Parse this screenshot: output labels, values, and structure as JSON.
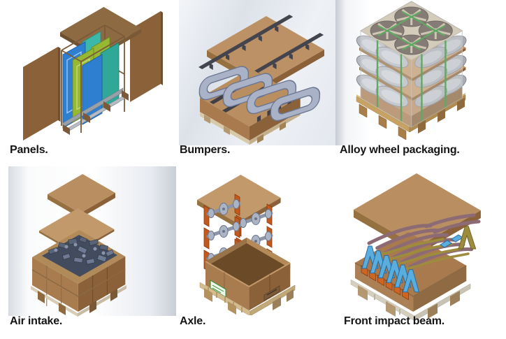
{
  "cells": [
    {
      "id": "panels",
      "label": "Panels."
    },
    {
      "id": "bumpers",
      "label": "Bumpers."
    },
    {
      "id": "alloy-wheel-packaging",
      "label": "Alloy wheel packaging."
    },
    {
      "id": "air-intake",
      "label": "Air intake."
    },
    {
      "id": "axle",
      "label": "Axle."
    },
    {
      "id": "front-impact-beam",
      "label": "Front impact beam."
    }
  ],
  "colors": {
    "cardboard_top": "#bc9165",
    "cardboard_front": "#a87a4e",
    "cardboard_side": "#8a6138",
    "pallet_wood": "#c8a262",
    "pallet_light_wood": "#d5cfbf",
    "bumper_grey": "#a9b2c6",
    "foam_dark": "#3f3f48",
    "strap_green": "#2e8b2e",
    "wheel_silver": "#b7bbc1",
    "wheel_face_brown": "#5f5046",
    "panel_blue": "#2f7fd0",
    "panel_green": "#96b832",
    "panel_teal": "#3cb8a8",
    "axle_grey": "#8c96a8",
    "axle_orange": "#c05a20",
    "beam_mauve": "#8d6b74",
    "beam_olive": "#9c8c3c",
    "support_blue": "#5aaede",
    "support_orange": "#cc6622",
    "caption_text": "#151515",
    "background": "#ffffff"
  }
}
